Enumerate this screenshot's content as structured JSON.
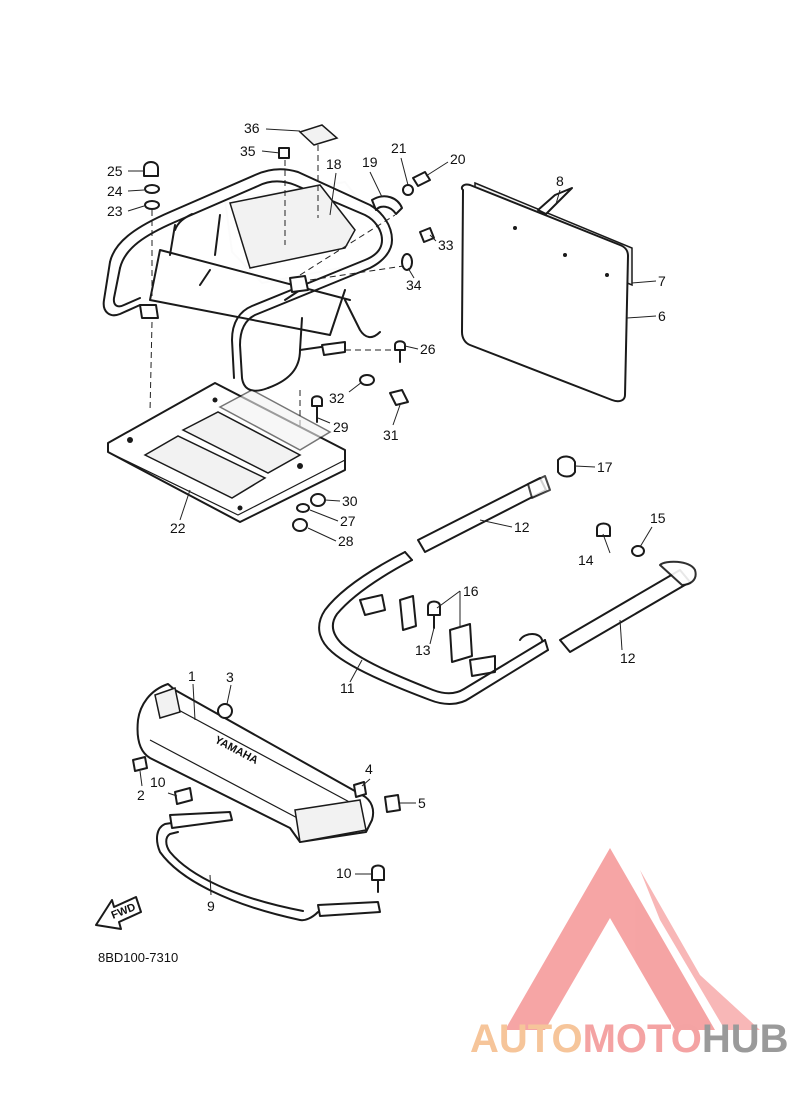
{
  "diagram_code": "8BD100-7310",
  "fwd_label": "FWD",
  "bumper_brand": "YAMAHA",
  "watermark": {
    "part1": "AUTO",
    "part2": "MOTO",
    "part3": "HUB",
    "colors": {
      "auto": "#f6c59a",
      "moto": "#f4a3a3",
      "hub": "#9a9a9a",
      "triangle": "#f59b9b"
    }
  },
  "labels": {
    "p1": "1",
    "p2": "2",
    "p3": "3",
    "p4": "4",
    "p5": "5",
    "p6": "6",
    "p7": "7",
    "p8": "8",
    "p9": "9",
    "p10a": "10",
    "p10b": "10",
    "p11": "11",
    "p12a": "12",
    "p12b": "12",
    "p13": "13",
    "p14": "14",
    "p15": "15",
    "p16": "16",
    "p17": "17",
    "p18": "18",
    "p19": "19",
    "p20": "20",
    "p21": "21",
    "p22": "22",
    "p23": "23",
    "p24": "24",
    "p25": "25",
    "p26": "26",
    "p27": "27",
    "p28": "28",
    "p29": "29",
    "p30": "30",
    "p31": "31",
    "p32": "32",
    "p33": "33",
    "p34": "34",
    "p35": "35",
    "p36": "36"
  }
}
